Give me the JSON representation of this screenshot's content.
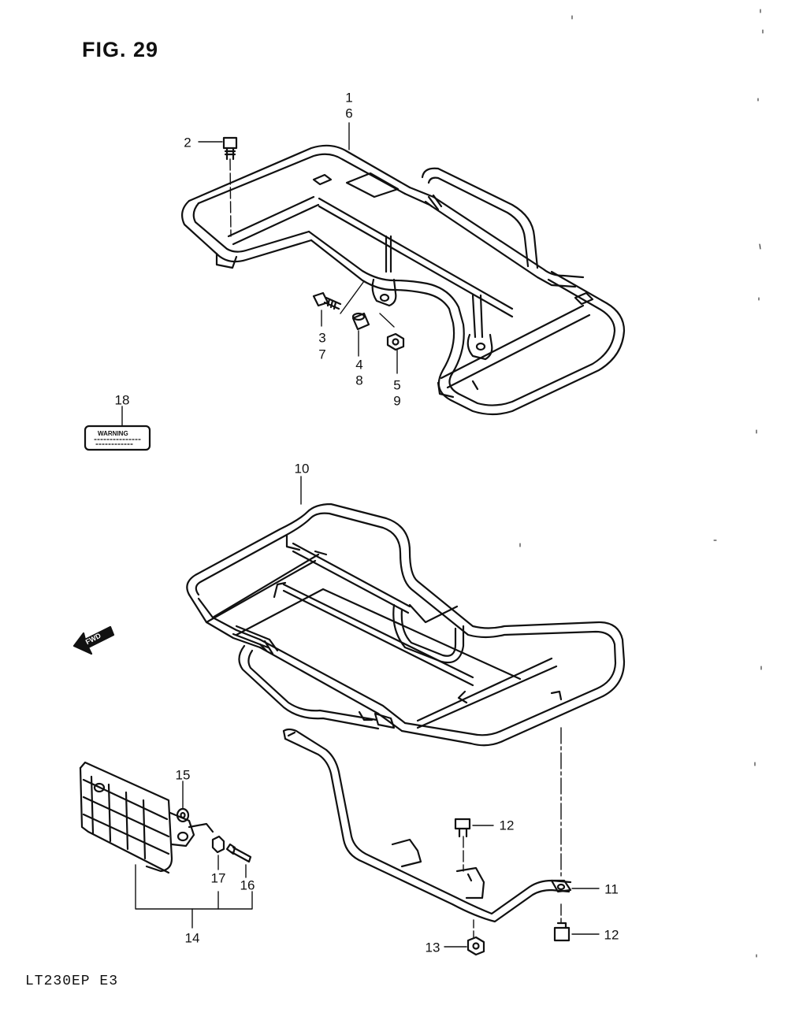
{
  "title": "FIG. 29",
  "model_code": "LT230EP E3",
  "warning_label_text": "WARNING",
  "fwd_arrow_text": "FWD",
  "callouts": {
    "c1": "1",
    "c6": "6",
    "c2": "2",
    "c3": "3",
    "c7": "7",
    "c4": "4",
    "c8": "8",
    "c5": "5",
    "c9": "9",
    "c18": "18",
    "c10": "10",
    "c15": "15",
    "c12a": "12",
    "c11": "11",
    "c12b": "12",
    "c13": "13",
    "c17": "17",
    "c16": "16",
    "c14": "14"
  }
}
